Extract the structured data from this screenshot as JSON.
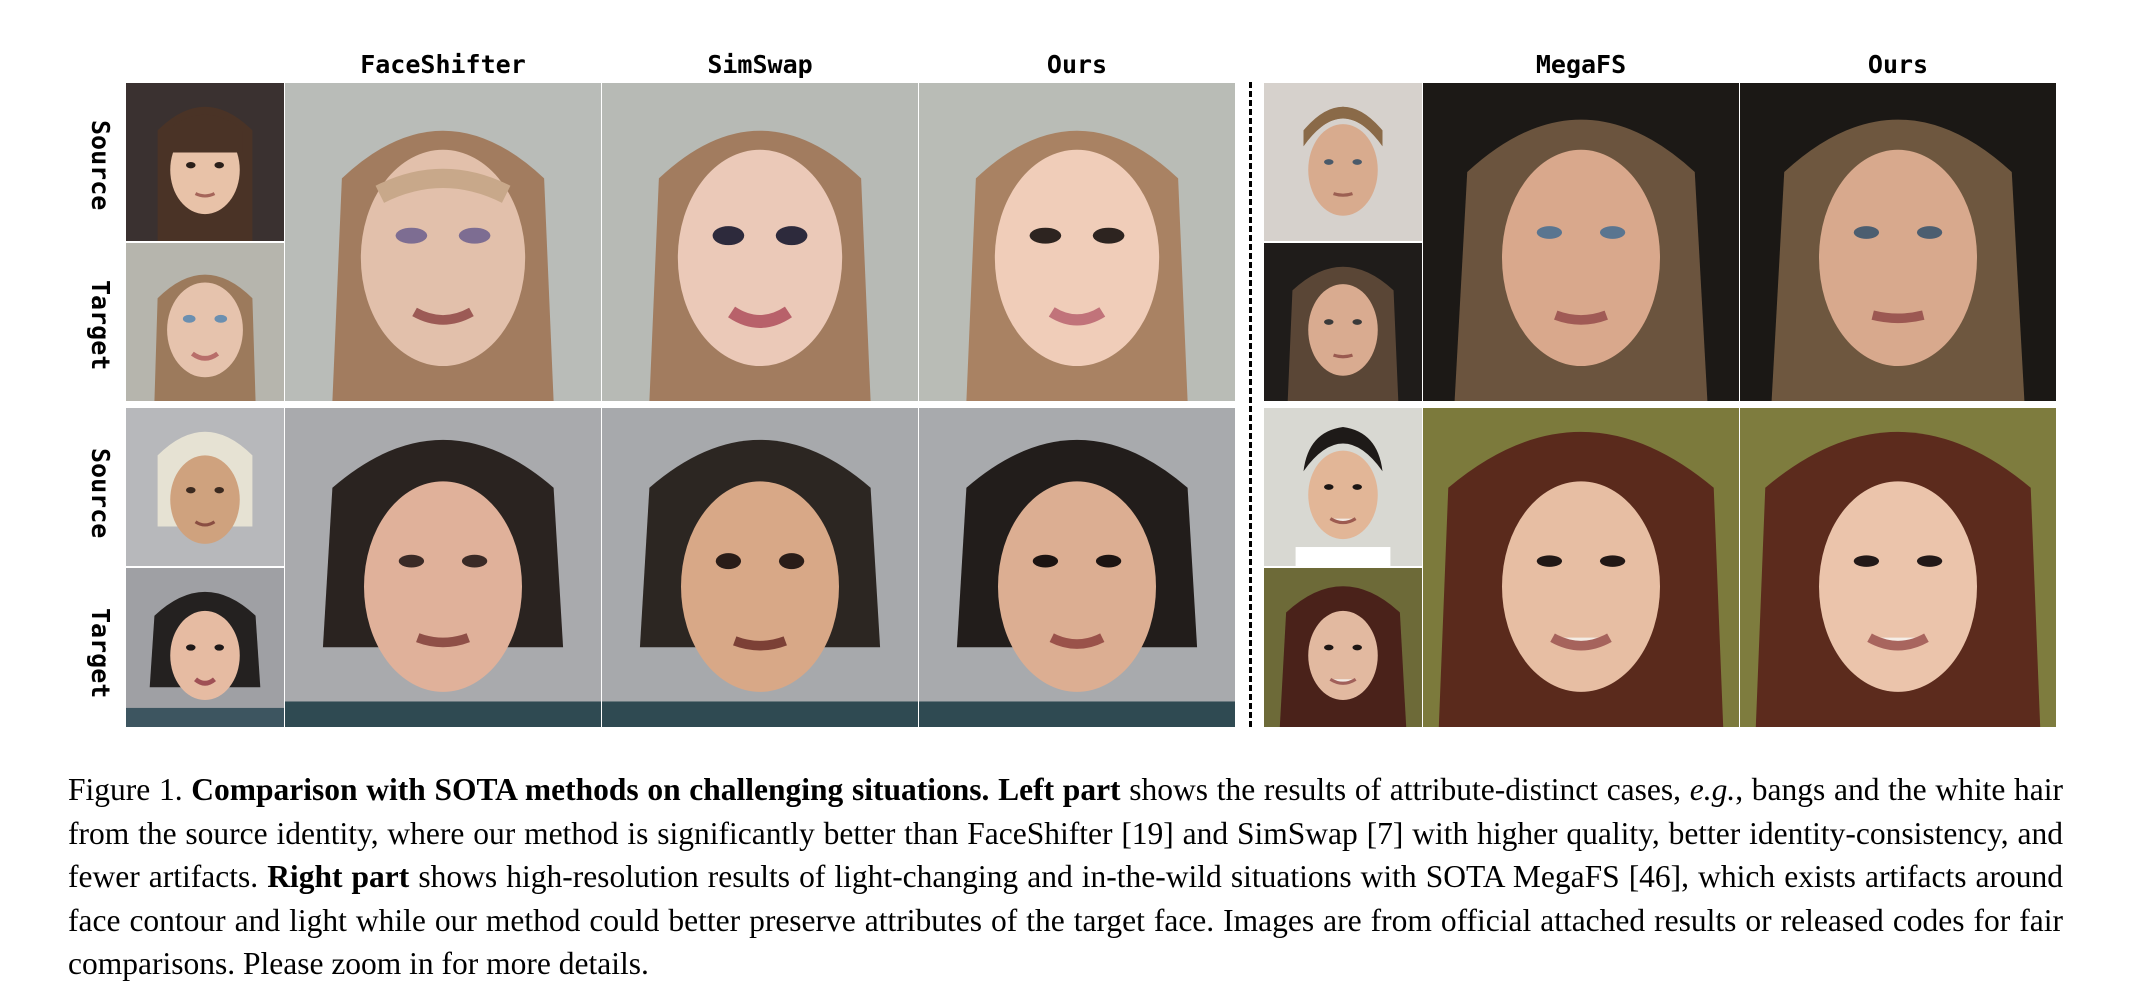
{
  "figure": {
    "left_headers": [
      "FaceShifter",
      "SimSwap",
      "Ours"
    ],
    "right_headers": [
      "MegaFS",
      "Ours"
    ],
    "row_labels": {
      "source": "Source",
      "target": "Target"
    },
    "images": {
      "left_top_source": "face-photo",
      "left_top_target": "face-photo",
      "left_top_faceshifter": "face-swap-result",
      "left_top_simswap": "face-swap-result",
      "left_top_ours": "face-swap-result",
      "left_bottom_source": "face-photo",
      "left_bottom_target": "face-photo",
      "left_bottom_faceshifter": "face-swap-result",
      "left_bottom_simswap": "face-swap-result",
      "left_bottom_ours": "face-swap-result",
      "right_top_source": "face-photo",
      "right_top_target": "face-photo",
      "right_top_megafs": "face-swap-result",
      "right_top_ours": "face-swap-result",
      "right_bottom_source": "face-photo",
      "right_bottom_target": "face-photo",
      "right_bottom_megafs": "face-swap-result",
      "right_bottom_ours": "face-swap-result"
    }
  },
  "caption": {
    "label": "Figure 1.",
    "bold_title": "Comparison with SOTA methods on challenging situations.",
    "left_part_bold": "Left part",
    "left_part_text_1": "shows the results of attribute-distinct cases,",
    "eg_italic": "e.g.",
    "left_part_text_2": ", bangs and the white hair from the source identity, where our method is significantly better than FaceShifter [19] and SimSwap [7] with higher quality, better identity-consistency, and fewer artifacts.",
    "right_part_bold": "Right part",
    "right_part_text": "shows high-resolution results of light-changing and in-the-wild situations with SOTA MegaFS [46], which exists artifacts around face contour and light while our method could better preserve attributes of the target face. Images are from official attached results or released codes for fair comparisons. Please zoom in for more details."
  },
  "colors": {
    "bg_left_top": "#b9bcb8",
    "bg_left_bottom": "#a9aaad",
    "bg_right_top": "#1c1916",
    "bg_right_bottom": "#7c7a3c",
    "skin_light": "#e9c0a8",
    "skin_mid": "#d9a485",
    "hair_brown": "#8a6448",
    "hair_dark": "#2a2320",
    "hair_white": "#e6e2d3",
    "hair_auburn": "#5a2a1c"
  }
}
